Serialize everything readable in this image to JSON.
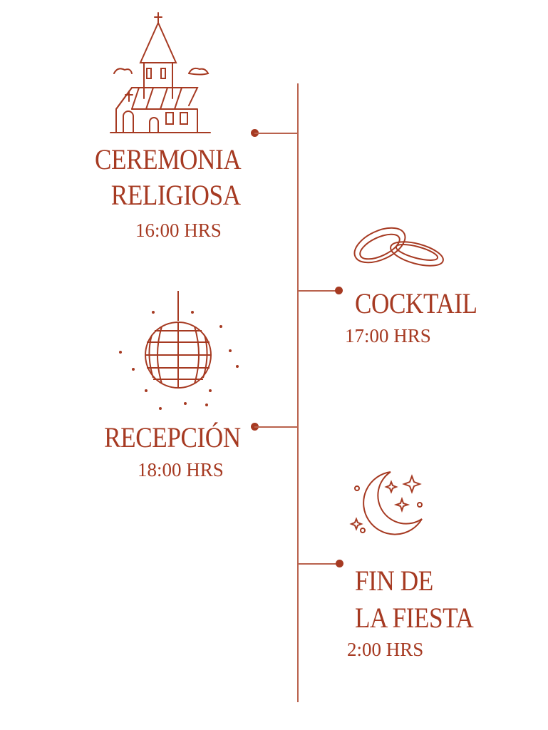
{
  "accent_color": "#a63a22",
  "events": [
    {
      "title_line1": "CEREMONIA",
      "title_line2": "RELIGIOSA",
      "time": "16:00 HRS",
      "icon": "church-icon"
    },
    {
      "title_line1": "COCKTAIL",
      "time": "17:00 HRS",
      "icon": "wedding-rings-icon"
    },
    {
      "title_line1": "RECEPCIÓN",
      "time": "18:00 HRS",
      "icon": "disco-ball-icon"
    },
    {
      "title_line1": "FIN DE",
      "title_line2": "LA FIESTA",
      "time": "2:00 HRS",
      "icon": "moon-stars-icon"
    }
  ]
}
